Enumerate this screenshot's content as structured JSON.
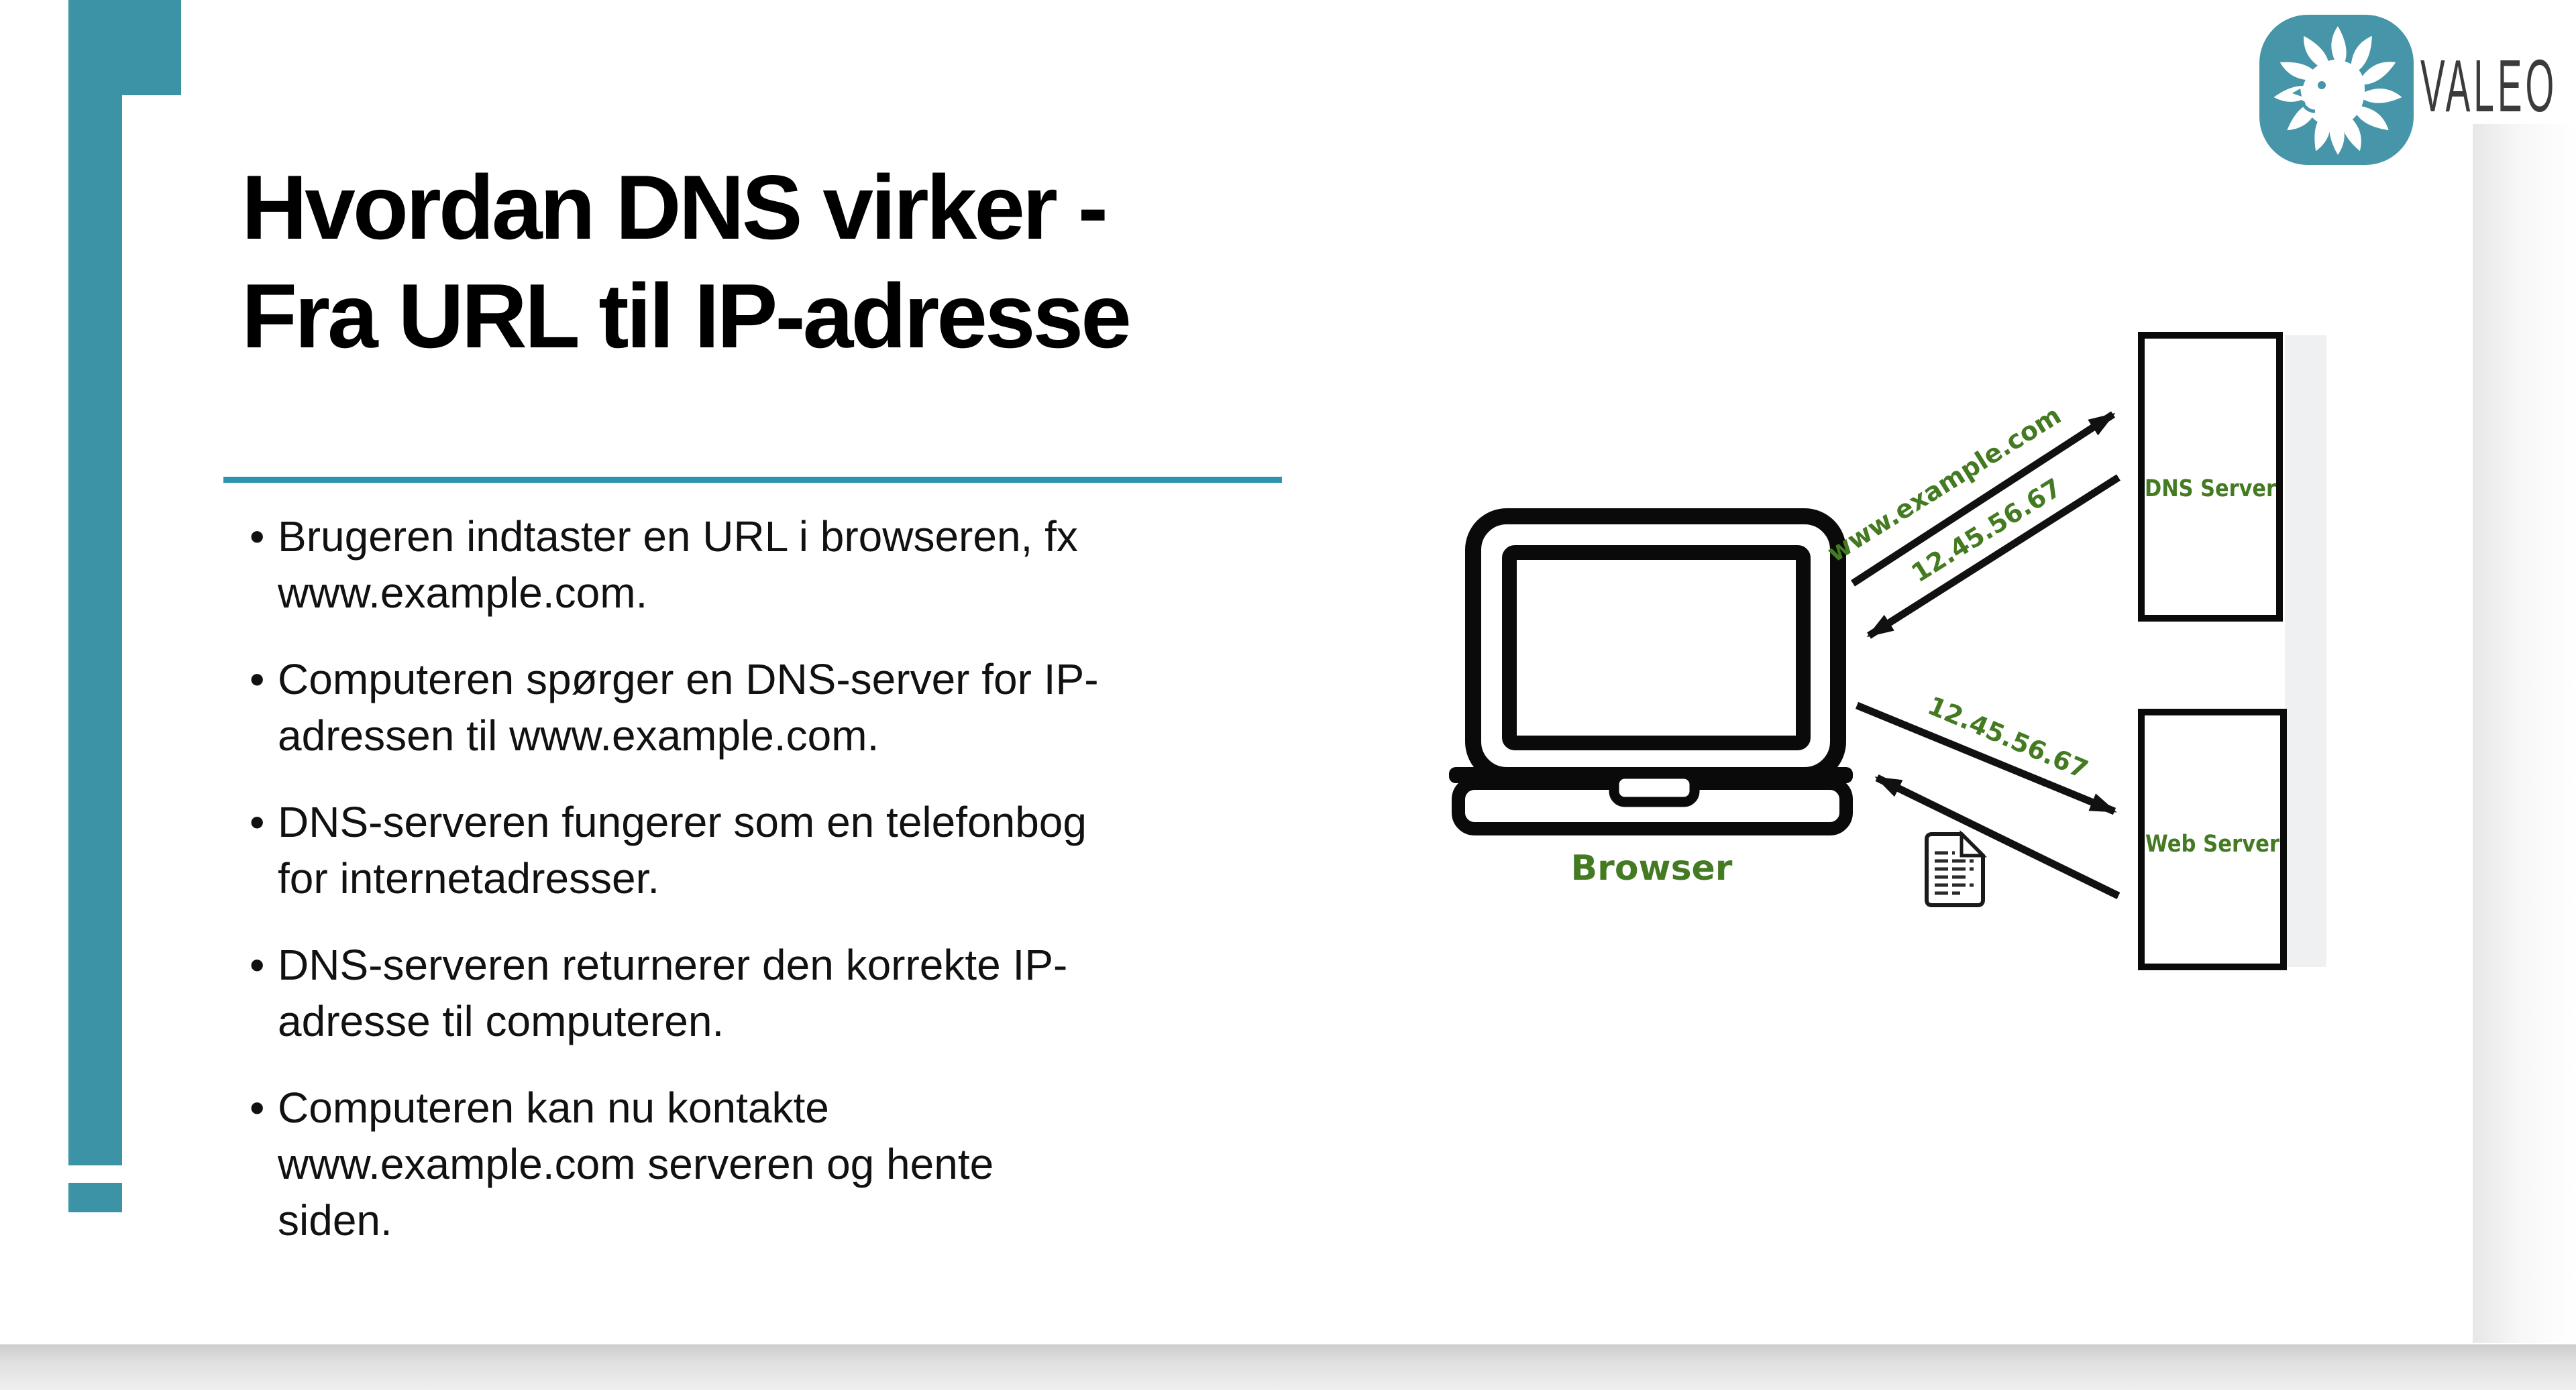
{
  "slide": {
    "title_lines": [
      "Hvordan DNS virker -",
      "Fra URL til IP-adresse"
    ],
    "bullet_char": "•",
    "bullets": [
      {
        "lines": [
          "Brugeren indtaster en URL i browseren, fx",
          "www.example.com."
        ]
      },
      {
        "lines": [
          "Computeren spørger en DNS-server for IP-",
          "adressen til www.example.com."
        ]
      },
      {
        "lines": [
          "DNS-serveren fungerer som en telefonbog",
          "for internetadresser."
        ]
      },
      {
        "lines": [
          "DNS-serveren returnerer den korrekte IP-",
          "adresse til computeren."
        ]
      },
      {
        "lines": [
          "Computeren kan nu kontakte",
          "www.example.com serveren og hente",
          "siden."
        ]
      }
    ]
  },
  "logo": {
    "brand": "VALEO"
  },
  "diagram": {
    "browser_label": "Browser",
    "dns_server_label": "DNS Server",
    "web_server_label": "Web Server",
    "url_label": "www.example.com",
    "ip_label_dns": "12.45.56.67",
    "ip_label_web": "12.45.56.67"
  },
  "icons": {
    "logo": "lion-icon",
    "computer": "laptop-icon",
    "page": "document-icon",
    "connectors": "arrow-icon"
  },
  "theme": {
    "accent_teal": "#3d93a6",
    "divider_teal": "#2d93ae",
    "label_green": "#447a22",
    "diagram_black": "#111111",
    "strip_gray": "#eef0f2"
  }
}
